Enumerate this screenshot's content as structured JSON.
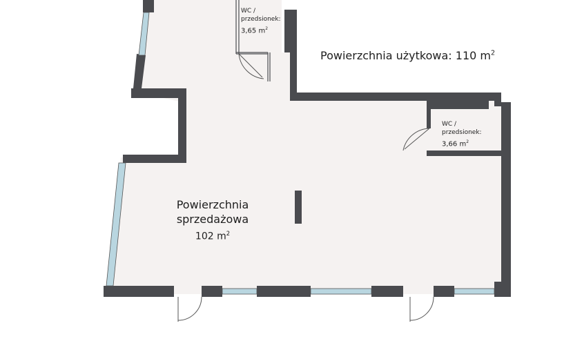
{
  "total": {
    "label": "Powierzchnia użytkowa:",
    "value": "110 m",
    "sup": "2"
  },
  "sales": {
    "line1": "Powierzchnia",
    "line2": "sprzedażowa",
    "value": "102 m",
    "sup": "2"
  },
  "wc_top": {
    "line1": "WC /",
    "line2": "przedsionek:",
    "value": "3,65 m",
    "sup": "2"
  },
  "wc_right": {
    "line1": "WC /",
    "line2": "przedsionek:",
    "value": "3,66 m",
    "sup": "2"
  },
  "colors": {
    "wall": "#4a4b4f",
    "floor": "#f5f2f1",
    "glass": "#b9d6e0",
    "line": "#555555"
  }
}
